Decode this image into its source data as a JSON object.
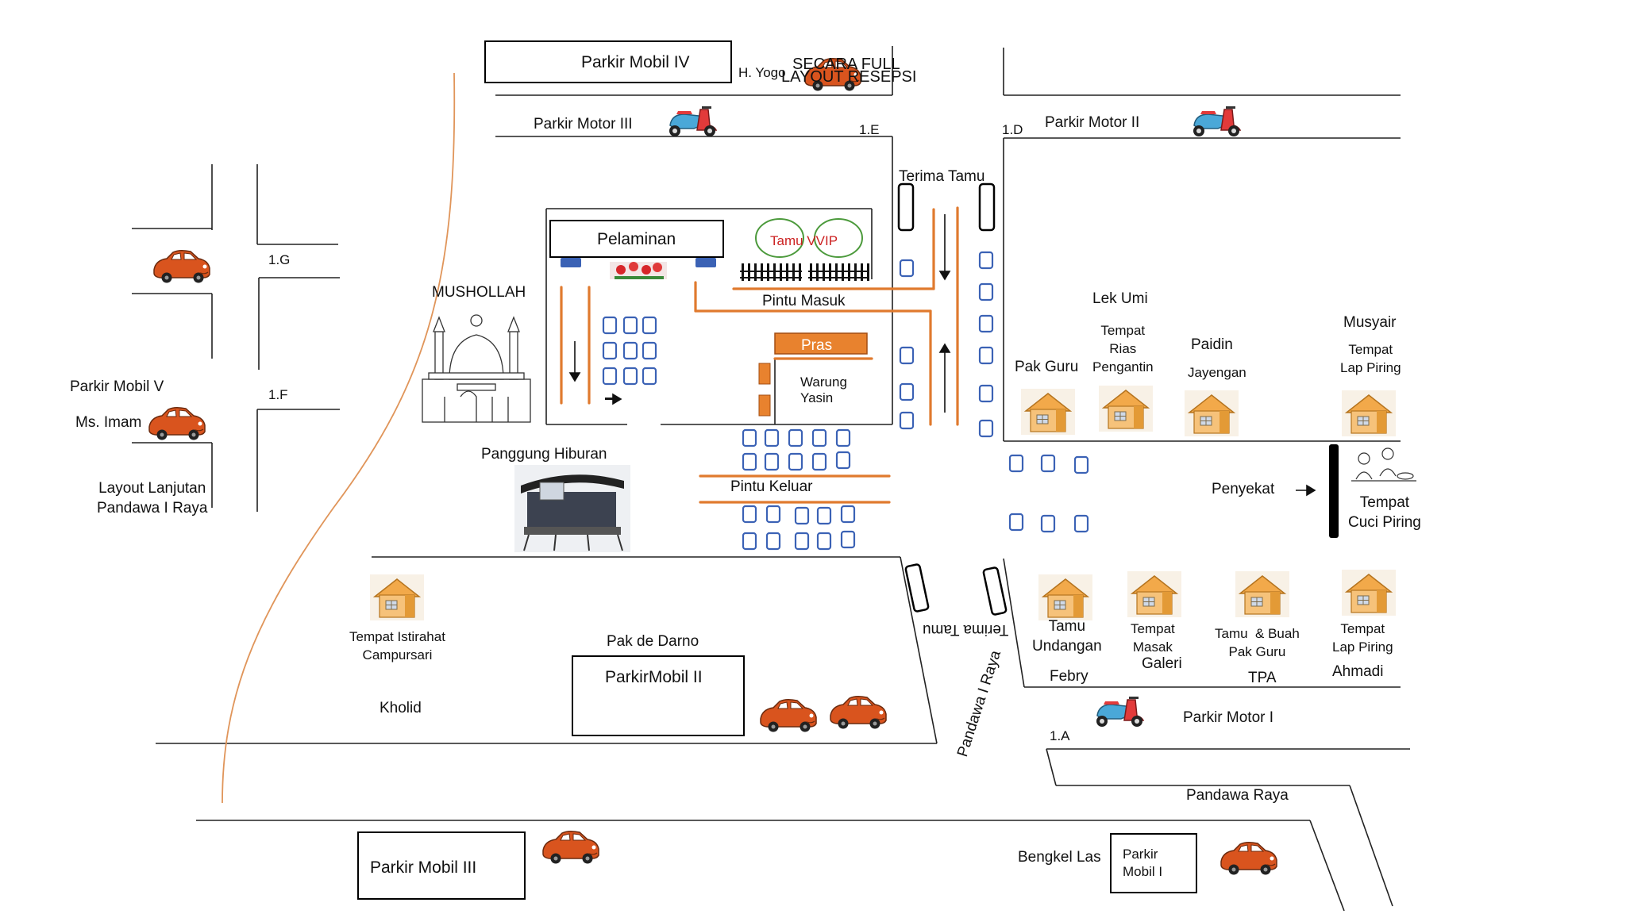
{
  "parking": {
    "mobil_iv": "Parkir Mobil IV",
    "mobil_v": "Parkir Mobil V",
    "mobil_iii": "Parkir Mobil III",
    "mobil_ii": "ParkirMobil II",
    "mobil_i": "Parkir\nMobil I",
    "motor_iii": "Parkir Motor III",
    "motor_ii": "Parkir Motor II",
    "motor_i": "Parkir Motor I"
  },
  "header": {
    "h_yogo": "H. Yogo",
    "secara_full": "SECARA FULL",
    "layout_resepsi": "LAYOUT RESEPSI"
  },
  "codes": {
    "e": "1.E",
    "d": "1.D",
    "g": "1.G",
    "f": "1.F",
    "a": "1.A"
  },
  "venue": {
    "terima_tamu_top": "Terima Tamu",
    "pelaminan": "Pelaminan",
    "tamu_vvip": "Tamu VVIP",
    "pintu_masuk": "Pintu Masuk",
    "pras": "Pras",
    "warung": "Warung\nYasin",
    "pintu_keluar": "Pintu Keluar",
    "panggung": "Panggung Hiburan",
    "musholla": "MUSHOLLAH",
    "terima_tamu_bottom": "Terima Tamu"
  },
  "left": {
    "ms_imam": "Ms. Imam",
    "layout_lanjutan": "Layout Lanjutan\nPandawa I Raya"
  },
  "right_top": {
    "pak_guru": "Pak Guru",
    "lek_umi": "Lek Umi",
    "tempat_rias": "Tempat\nRias\nPengantin",
    "paidin": "Paidin",
    "jayengan": "Jayengan",
    "musyair": "Musyair",
    "tempat_lap_piring": "Tempat\nLap Piring",
    "penyekat": "Penyekat",
    "tempat_cuci_piring": "Tempat\nCuci Piring"
  },
  "right_bottom": {
    "tamu_undangan": "Tamu\nUndangan",
    "febry": "Febry",
    "tempat_masak": "Tempat\nMasak",
    "galeri": "Galeri",
    "tamu_buah": "Tamu  & Buah\nPak Guru",
    "tpa": "TPA",
    "tempat_lap_piring2": "Tempat\nLap Piring",
    "ahmadi": "Ahmadi"
  },
  "bottom": {
    "tempat_istirahat": "Tempat Istirahat\nCampursari",
    "kholid": "Kholid",
    "pak_de_darno": "Pak de Darno",
    "pandawa_i_raya": "Pandawa I Raya",
    "pandawa_raya": "Pandawa Raya",
    "bengkel_las": "Bengkel Las"
  },
  "colors": {
    "car": "#d9541e",
    "scooter_body": "#4aa8d8",
    "scooter_red": "#e23a3a",
    "orange_line": "#e07a2e",
    "pras_fill": "#e8822e",
    "chair": "#3b62b5",
    "house": "#f2a94a",
    "vvip": "#cc2222",
    "ring": "#4c9a3c"
  },
  "icons": [
    "car-icon",
    "scooter-icon",
    "house-icon",
    "chair-icon",
    "mosque-icon",
    "stage-icon",
    "flowers-icon",
    "fence-icon",
    "arrow-icon",
    "cooks-icon"
  ]
}
